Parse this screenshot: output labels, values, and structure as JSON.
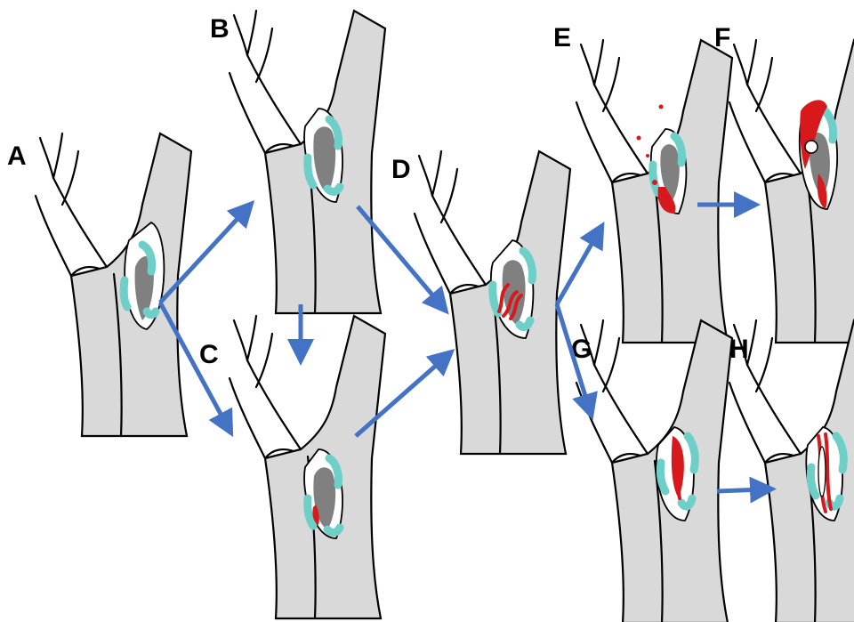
{
  "panels": [
    {
      "id": "A",
      "label": "A"
    },
    {
      "id": "B",
      "label": "B"
    },
    {
      "id": "C",
      "label": "C"
    },
    {
      "id": "D",
      "label": "D"
    },
    {
      "id": "E",
      "label": "E"
    },
    {
      "id": "F",
      "label": "F"
    },
    {
      "id": "G",
      "label": "G"
    },
    {
      "id": "H",
      "label": "H"
    }
  ],
  "transitions": [
    {
      "from": "A",
      "to": "B"
    },
    {
      "from": "A",
      "to": "C"
    },
    {
      "from": "B",
      "to": "C"
    },
    {
      "from": "B",
      "to": "D"
    },
    {
      "from": "C",
      "to": "D"
    },
    {
      "from": "D",
      "to": "E"
    },
    {
      "from": "D",
      "to": "G"
    },
    {
      "from": "E",
      "to": "F"
    },
    {
      "from": "G",
      "to": "H"
    }
  ],
  "colors": {
    "arrow": "#4472c4",
    "vessel_wall": "#d9d9d9",
    "necrotic_core": "#808080",
    "fibrous_cap": "#6ecfc9",
    "thrombus": "#d7191c"
  }
}
